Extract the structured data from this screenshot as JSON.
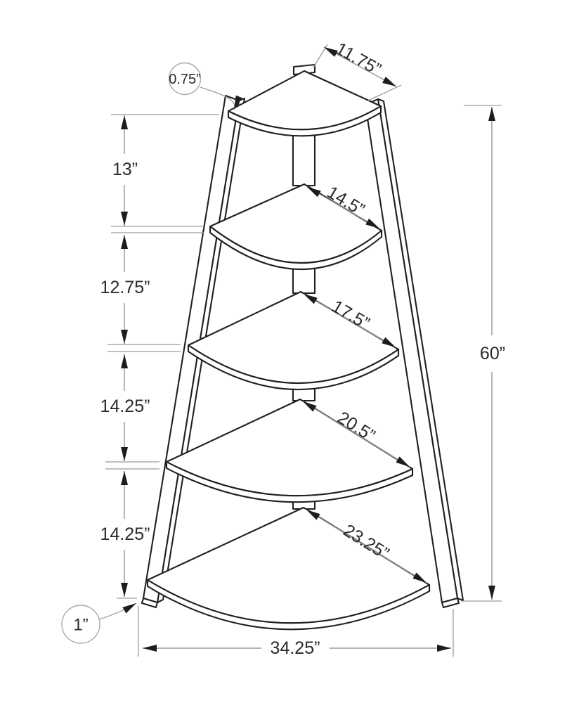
{
  "diagram": {
    "name": "corner-shelf-dimension-diagram",
    "product": "5-tier corner A-frame shelf line drawing",
    "units": "inches",
    "top_shelf_edge_width": "11.75”",
    "shelf_thickness_callout": "0.75”",
    "frame_thickness_callout": "1”",
    "vertical_gaps": [
      "13”",
      "12.75”",
      "14.25”",
      "14.25”"
    ],
    "shelf_diagonal_widths": [
      "14.5”",
      "17.5”",
      "20.5”",
      "23.25”"
    ],
    "total_height": "60”",
    "base_width": "34.25”"
  }
}
